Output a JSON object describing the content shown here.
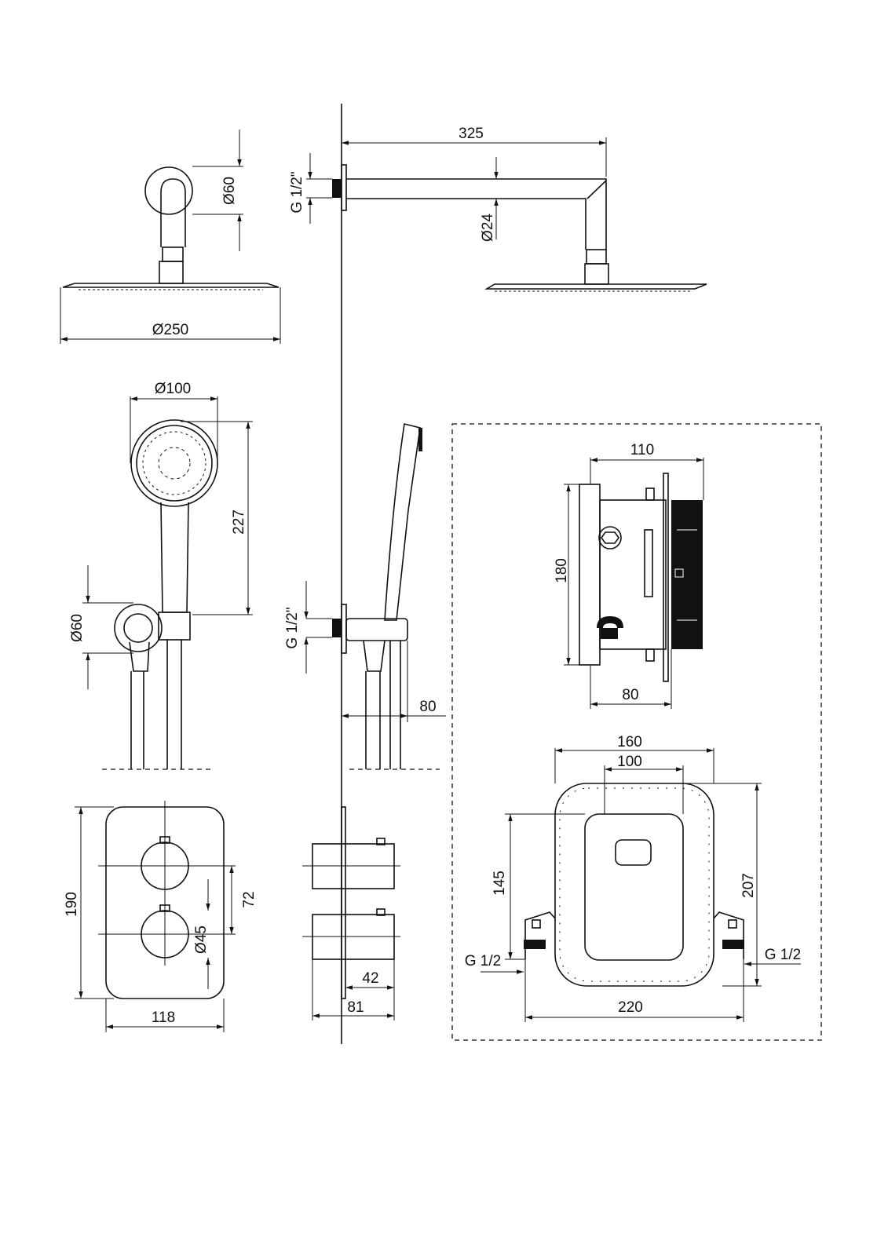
{
  "title": "Shower set installation dimensions",
  "dimensions": {
    "rain_wall_flange_dia": "Ø60",
    "rain_head_dia": "Ø250",
    "rain_arm_thread": "G 1/2\"",
    "rain_arm_length": "325",
    "rain_arm_dia": "Ø24",
    "hand_head_dia": "Ø100",
    "hand_shower_length": "227",
    "hand_outlet_dia": "Ø60",
    "hand_outlet_thread": "G 1/2\"",
    "hand_outlet_depth": "80",
    "box_width": "110",
    "box_height": "180",
    "box_depth": "80",
    "box_outer_width": "160",
    "box_inner_width": "100",
    "box_inner_height": "145",
    "box_outer_height": "207",
    "inlet_left_thread": "G 1/2",
    "inlet_right_thread": "G 1/2",
    "inlet_span": "220",
    "plate_height": "190",
    "knob_spacing": "72",
    "knob_dia": "Ø45",
    "plate_width": "118",
    "knob_projection": "42",
    "total_projection": "81"
  }
}
